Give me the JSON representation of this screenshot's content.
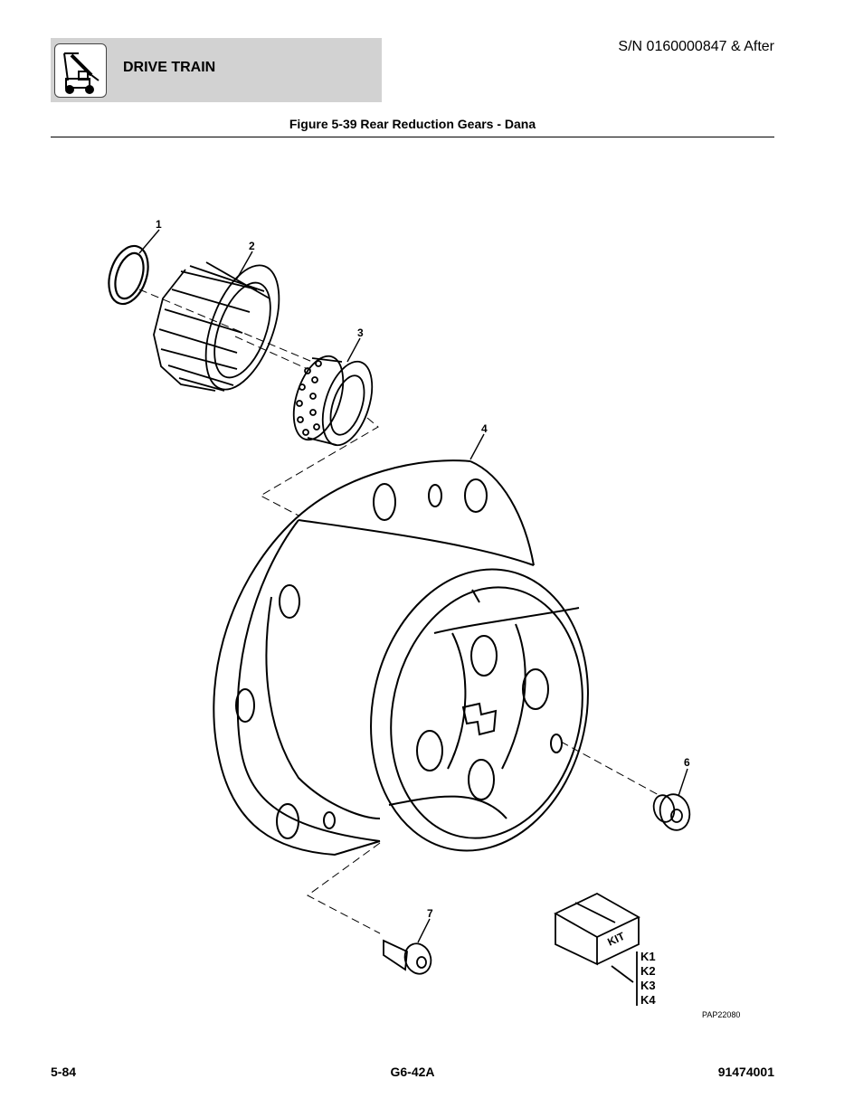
{
  "header": {
    "section_title": "DRIVE TRAIN",
    "serial": "S/N 0160000847 & After",
    "icon": "telehandler-icon"
  },
  "figure": {
    "title": "Figure 5-39 Rear Reduction Gears - Dana",
    "callouts": [
      "1",
      "2",
      "3",
      "4",
      "6",
      "7"
    ],
    "kit_text": "KIT",
    "kit_items": [
      "K1",
      "K2",
      "K3",
      "K4"
    ],
    "reference": "PAP22080"
  },
  "footer": {
    "page": "5-84",
    "model": "G6-42A",
    "doc_number": "91474001"
  }
}
